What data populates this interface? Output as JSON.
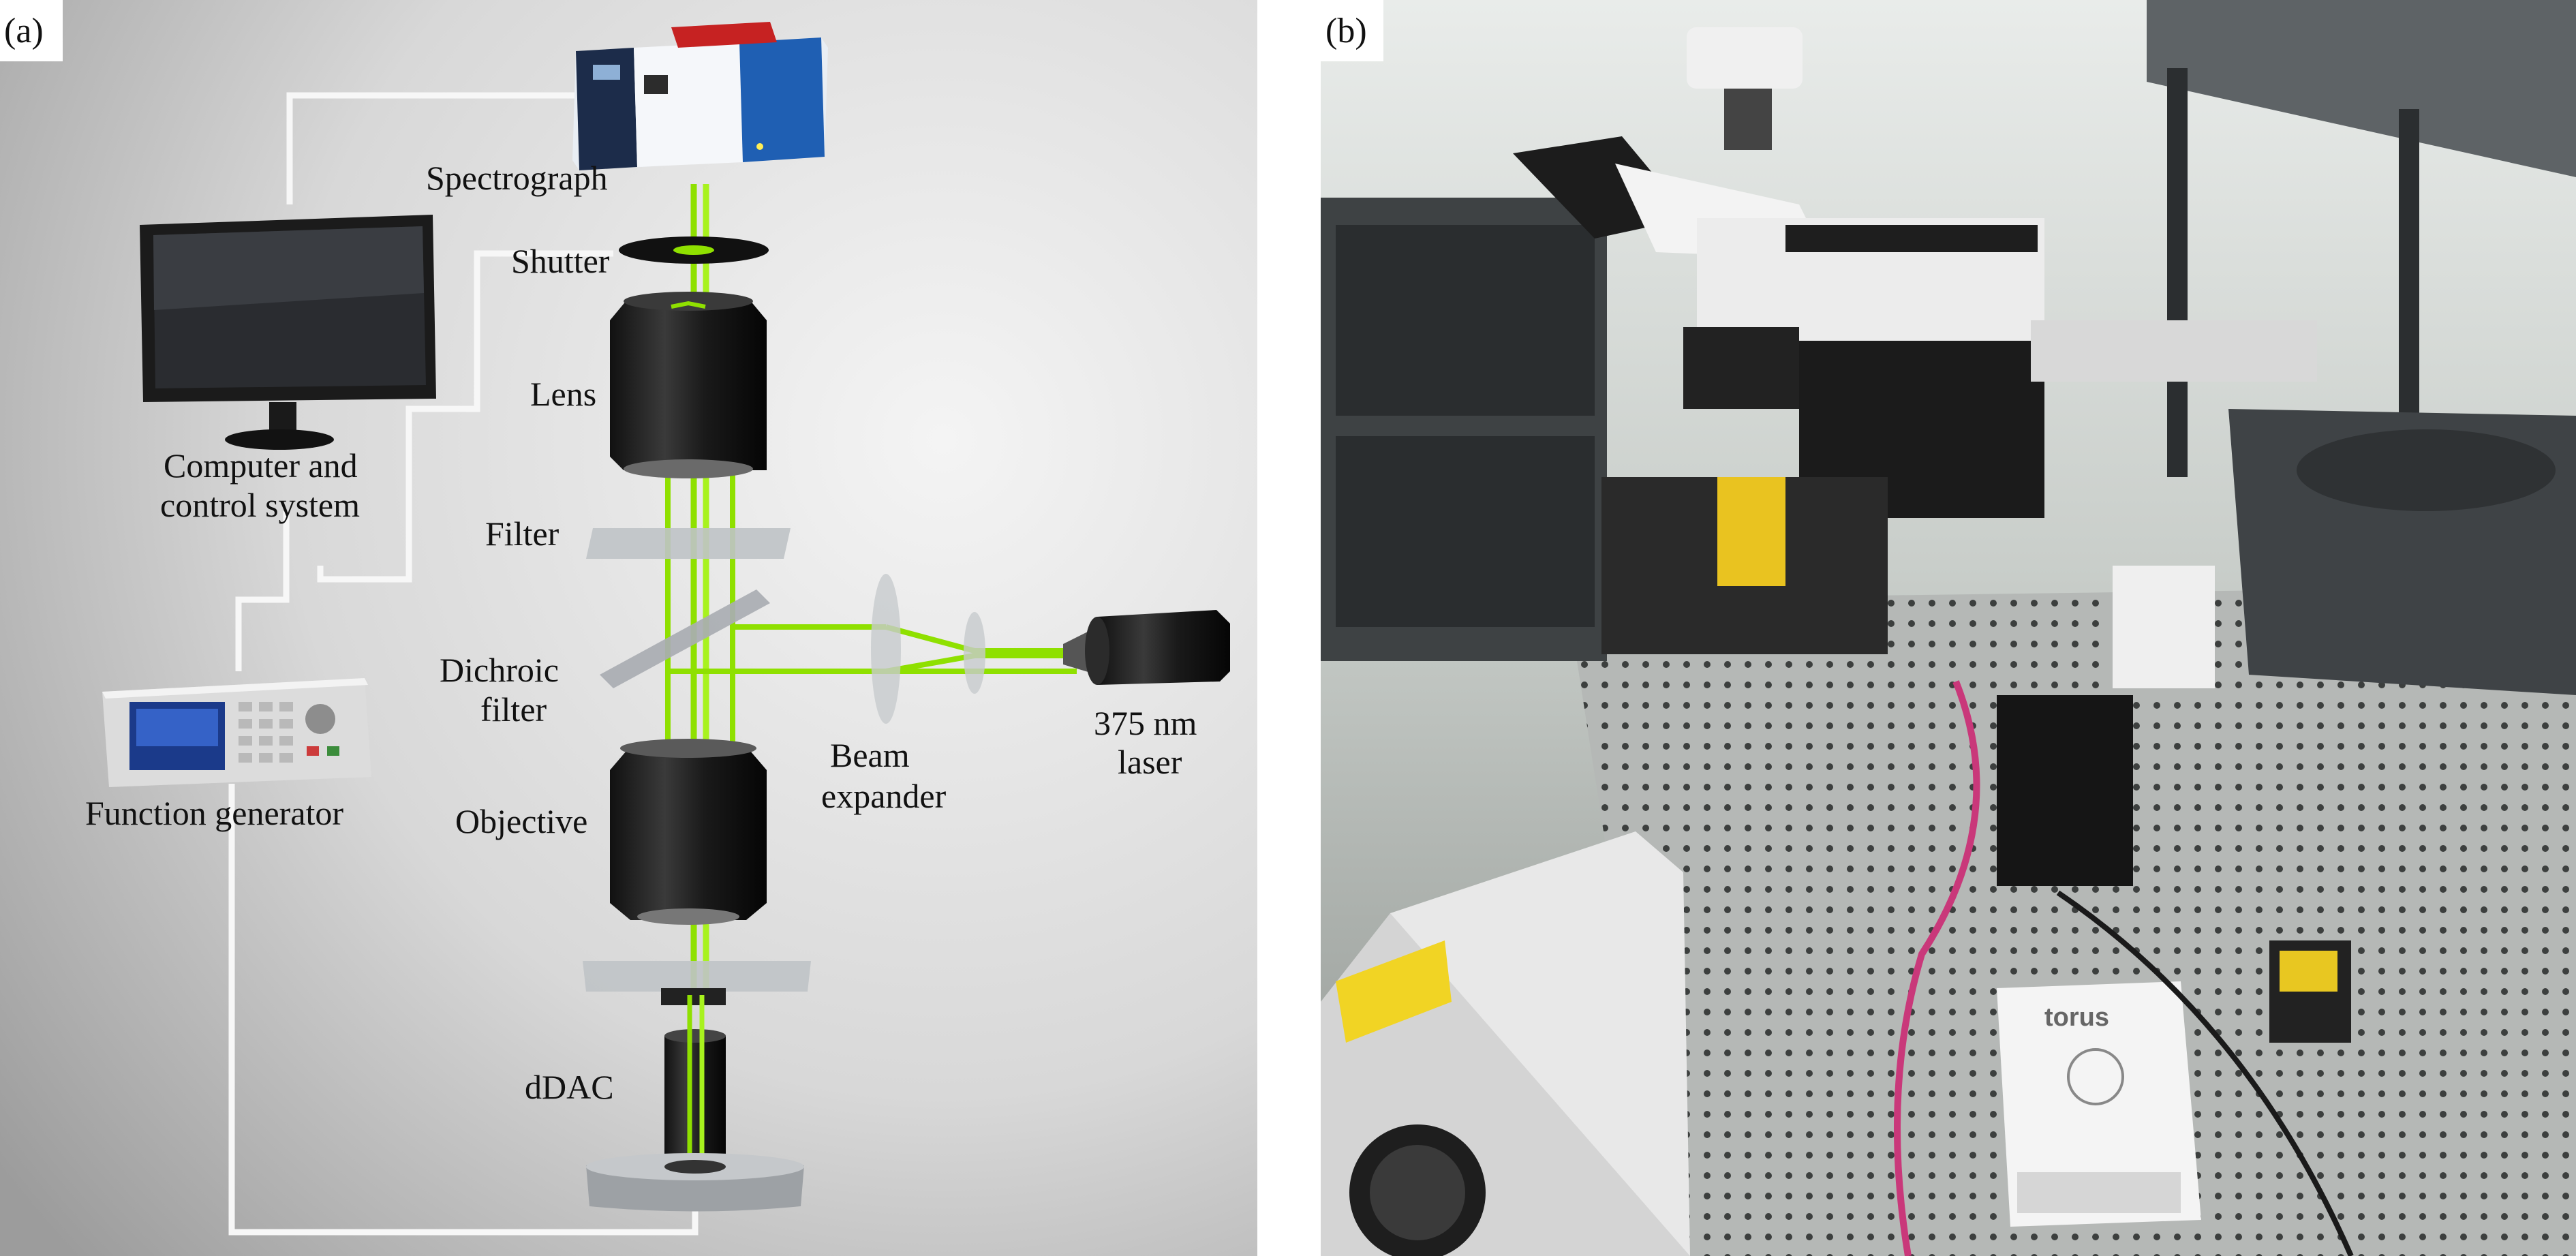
{
  "panels": [
    {
      "tag": "(a)"
    },
    {
      "tag": "(b)"
    }
  ],
  "labels": {
    "spectrograph": "Spectrograph",
    "shutter": "Shutter",
    "lens": "Lens",
    "filter": "Filter",
    "dichroic_1": "Dichroic",
    "dichroic_2": "filter",
    "objective": "Objective",
    "ddac": "dDAC",
    "beam_1": "Beam",
    "beam_2": "expander",
    "laser_1": "375 nm",
    "laser_2": "laser",
    "computer_1": "Computer and",
    "computer_2": "control system",
    "function_generator": "Function generator"
  },
  "photo": {
    "brand_text": "torus"
  },
  "colors": {
    "beam": "#8fe000",
    "cable": "#f5f5f5",
    "panel_a_bg_light": "#f2f2f2",
    "panel_a_bg_dark": "#a9a9a9",
    "optic_dark": "#1f1f1f"
  }
}
